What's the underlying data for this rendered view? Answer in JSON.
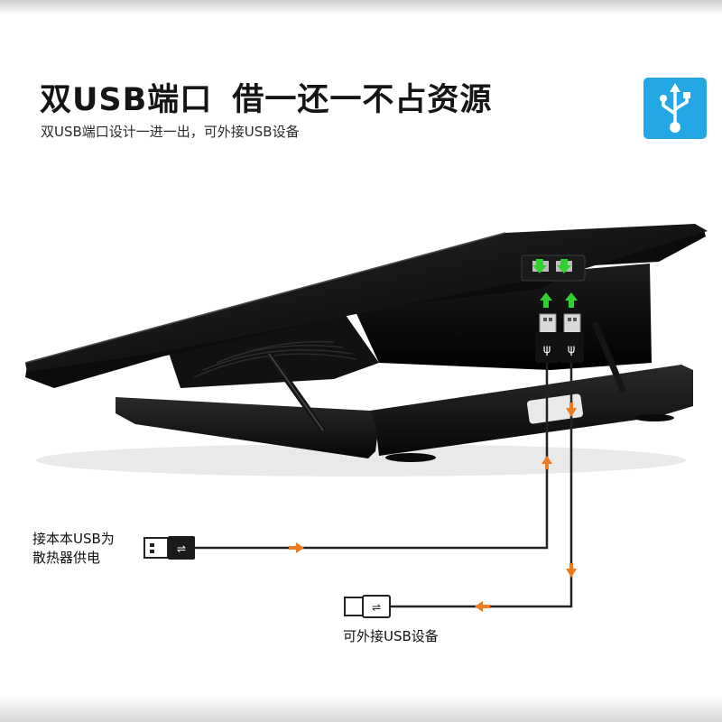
{
  "header": {
    "title_part1": "双USB端口",
    "title_part2": "借一还一不占资源",
    "subtitle": "双USB端口设计一进一出，可外接USB设备"
  },
  "badge": {
    "icon": "usb-icon",
    "background_color": "#23a7e5",
    "icon_color": "#ffffff"
  },
  "callouts": {
    "laptop_power_line1": "接本本USB为",
    "laptop_power_line2": "散热器供电",
    "external_device": "可外接USB设备"
  },
  "colors": {
    "flow_arrow": "#f07a20",
    "port_arrow": "#2fd12f",
    "cable": "#222222",
    "device_body": "#141414"
  },
  "icons": [
    "usb-plug-icon",
    "usb-socket-icon",
    "usb-symbol-icon"
  ]
}
